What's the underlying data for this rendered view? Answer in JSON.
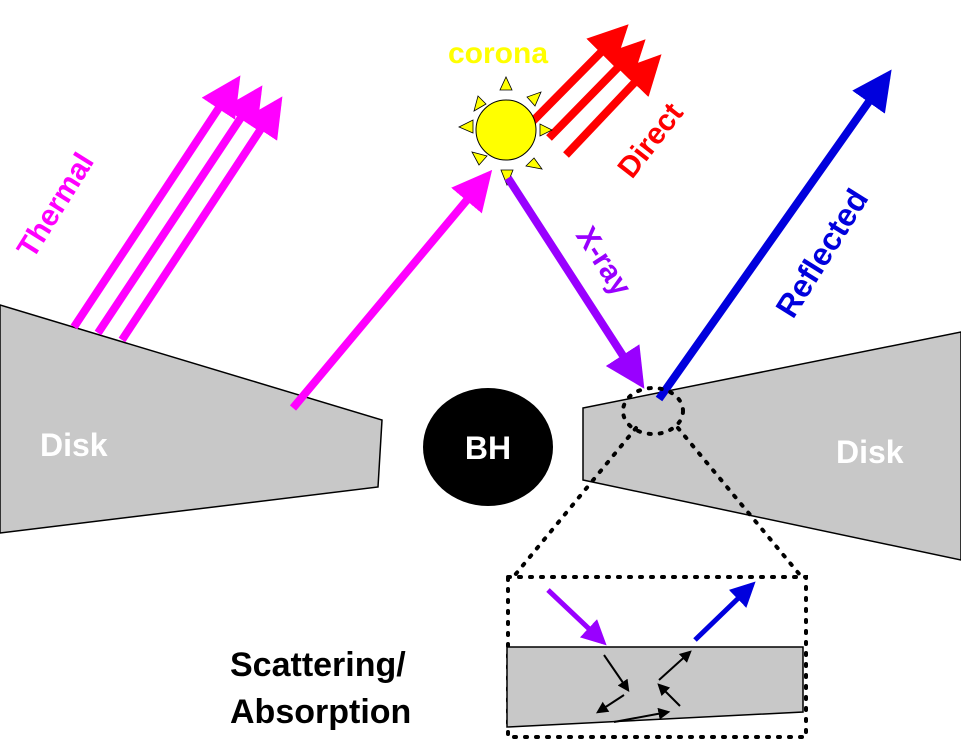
{
  "labels": {
    "corona": "corona",
    "direct": "Direct",
    "thermal": "Thermal",
    "xray": "X-ray",
    "reflected": "Reflected",
    "disk_left": "Disk",
    "disk_right": "Disk",
    "bh": "BH",
    "scattering_line1": "Scattering/",
    "scattering_line2": "Absorption"
  },
  "colors": {
    "thermal": "#ff00ff",
    "direct": "#ff0000",
    "xray": "#9900ff",
    "reflected": "#0000dd",
    "corona": "#ffff00",
    "disk": "#c8c8c8",
    "bh": "#000000"
  }
}
